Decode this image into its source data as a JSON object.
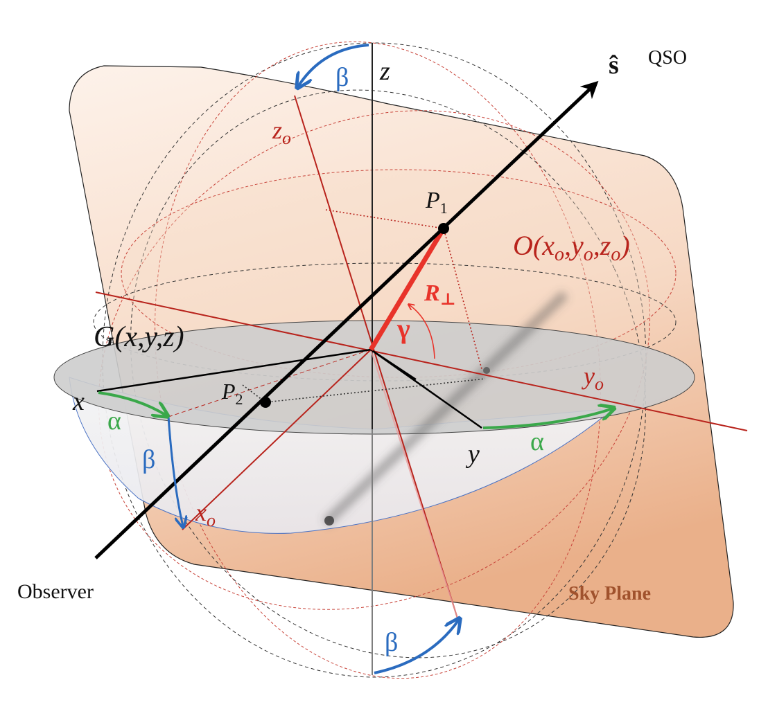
{
  "labels": {
    "s_hat": "ŝ",
    "qso": "QSO",
    "z": "z",
    "z_o": "z",
    "z_o_sub": "o",
    "p1": "P",
    "p1_sub": "1",
    "o_point": "O(x",
    "o_point_x_sub": "o",
    "o_point_mid1": ",y",
    "o_point_y_sub": "o",
    "o_point_mid2": ",z",
    "o_point_z_sub": "o",
    "o_point_end": ")",
    "r_perp": "R",
    "r_perp_sym": "⊥",
    "gamma": "γ",
    "g_point": "G(x,y,z)",
    "y_o": "y",
    "y_o_sub": "o",
    "x": "x",
    "p2": "P",
    "p2_sub": "2",
    "y": "y",
    "x_o": "x",
    "x_o_sub": "o",
    "alpha": "α",
    "beta": "β",
    "observer": "Observer",
    "sky_plane": "Sky Plane"
  },
  "colors": {
    "sky_plane_light": "#fbe6d7",
    "sky_plane_dark": "#eab591",
    "disk_gray": "#c9c9c9",
    "red_axes": "#b8231c",
    "r_perp": "#e8332a",
    "beta_arc": "#2a6bbf",
    "alpha_arc": "#3aa84a",
    "sky_plane_text": "#a0522d"
  }
}
